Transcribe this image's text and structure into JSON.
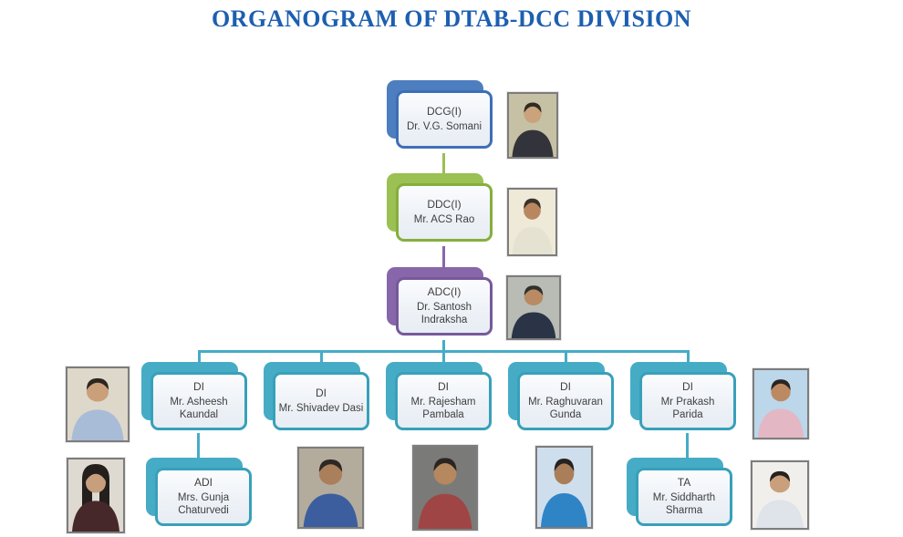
{
  "title": "ORGANOGRAM OF DTAB-DCC DIVISION",
  "colors": {
    "title-blue": "#1d5fb0",
    "accent-blue": "#4d7ec0",
    "accent-blue-border": "#3f6eb5",
    "accent-green": "#9bc053",
    "accent-green-border": "#86ae3c",
    "accent-purple": "#8767a9",
    "accent-purple-border": "#77599b",
    "accent-teal": "#46acc6",
    "accent-teal-border": "#38a0ba",
    "box-text": "#3f3f3f"
  },
  "nodes": {
    "dcg": {
      "role": "DCG(I)",
      "name": "Dr. V.G. Somani"
    },
    "ddc": {
      "role": "DDC(I)",
      "name": "Mr. ACS Rao"
    },
    "adc": {
      "role": "ADC(I)",
      "name": "Dr. Santosh Indraksha"
    },
    "di1": {
      "role": "DI",
      "name": "Mr. Asheesh Kaundal"
    },
    "di2": {
      "role": "DI",
      "name": "Mr. Shivadev Dasi"
    },
    "di3": {
      "role": "DI",
      "name": "Mr. Rajesham Pambala"
    },
    "di4": {
      "role": "DI",
      "name": "Mr. Raghuvaran Gunda"
    },
    "di5": {
      "role": "DI",
      "name": "Mr Prakash Parida"
    },
    "adi": {
      "role": "ADI",
      "name": "Mrs. Gunja Chaturvedi"
    },
    "ta": {
      "role": "TA",
      "name": "Mr. Siddharth Sharma"
    }
  },
  "photos": {
    "dcg": {
      "person": "Dr. V.G. Somani",
      "bg": "#c6c0a4",
      "skin": "#caa27c",
      "hair": "#2f2a26",
      "clothing": "#33343b",
      "hair_style": "short"
    },
    "ddc": {
      "person": "Mr. ACS Rao",
      "bg": "#efe9d8",
      "skin": "#b9875f",
      "hair": "#3a3129",
      "clothing": "#e6e2d2",
      "hair_style": "short"
    },
    "adc": {
      "person": "Dr. Santosh Indraksha",
      "bg": "#b8bcb4",
      "skin": "#b98a63",
      "hair": "#32302c",
      "clothing": "#2b3347",
      "hair_style": "short"
    },
    "asheesh": {
      "person": "Mr. Asheesh Kaundal",
      "bg": "#ddd8ca",
      "skin": "#caa07a",
      "hair": "#2b2620",
      "clothing": "#a8bcd8",
      "hair_style": "short"
    },
    "shivadev": {
      "person": "Mr. Shivadev Dasi",
      "bg": "#b3ac9d",
      "skin": "#a97f5c",
      "hair": "#2e2823",
      "clothing": "#3c5e9e",
      "hair_style": "short"
    },
    "rajesham": {
      "person": "Mr. Rajesham Pambala",
      "bg": "#7a7a78",
      "skin": "#b5885f",
      "hair": "#2a2522",
      "clothing": "#a04545",
      "hair_style": "short"
    },
    "raghuvaran": {
      "person": "Mr. Raghuvaran Gunda",
      "bg": "#cfdeed",
      "skin": "#a97e58",
      "hair": "#262220",
      "clothing": "#2f84c6",
      "hair_style": "short"
    },
    "prakash": {
      "person": "Mr Prakash Parida",
      "bg": "#bcd6ea",
      "skin": "#bb8a62",
      "hair": "#2b2521",
      "clothing": "#e4b7c4",
      "hair_style": "short"
    },
    "gunja": {
      "person": "Mrs. Gunja Chaturvedi",
      "bg": "#dedad2",
      "skin": "#c79f7d",
      "hair": "#241f1c",
      "clothing": "#47282a",
      "hair_style": "long"
    },
    "siddharth": {
      "person": "Mr. Siddharth Sharma",
      "bg": "#f0efec",
      "skin": "#c9a07b",
      "hair": "#27211d",
      "clothing": "#dfe3ea",
      "hair_style": "short"
    }
  }
}
